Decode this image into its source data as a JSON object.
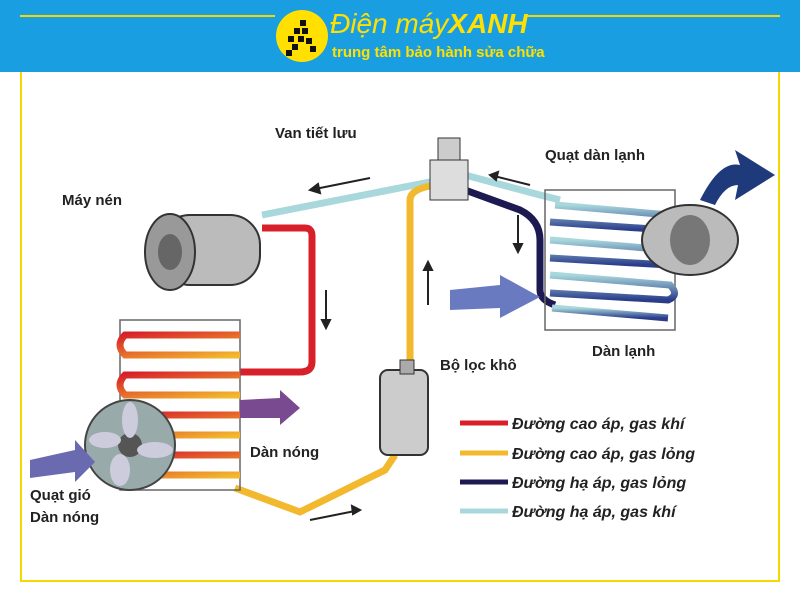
{
  "header": {
    "brand_prefix": "Điện máy",
    "brand_suffix": "XANH",
    "tagline": "trung tâm bảo hành sửa chữa"
  },
  "labels": {
    "valve": "Van tiết lưu",
    "compressor": "Máy nén",
    "evap_fan": "Quạt dàn lạnh",
    "evaporator": "Dàn lạnh",
    "dryer": "Bộ lọc khô",
    "condenser": "Dàn nóng",
    "cond_fan_1": "Quạt gió",
    "cond_fan_2": "Dàn nóng"
  },
  "legend": [
    {
      "label": "Đường cao áp, gas khí",
      "color": "#d8202a"
    },
    {
      "label": "Đường cao áp, gas lỏng",
      "color": "#f2b92e"
    },
    {
      "label": "Đường hạ áp, gas lỏng",
      "color": "#1c1a50"
    },
    {
      "label": "Đường hạ áp, gas khí",
      "color": "#a8d8dc"
    }
  ]
}
